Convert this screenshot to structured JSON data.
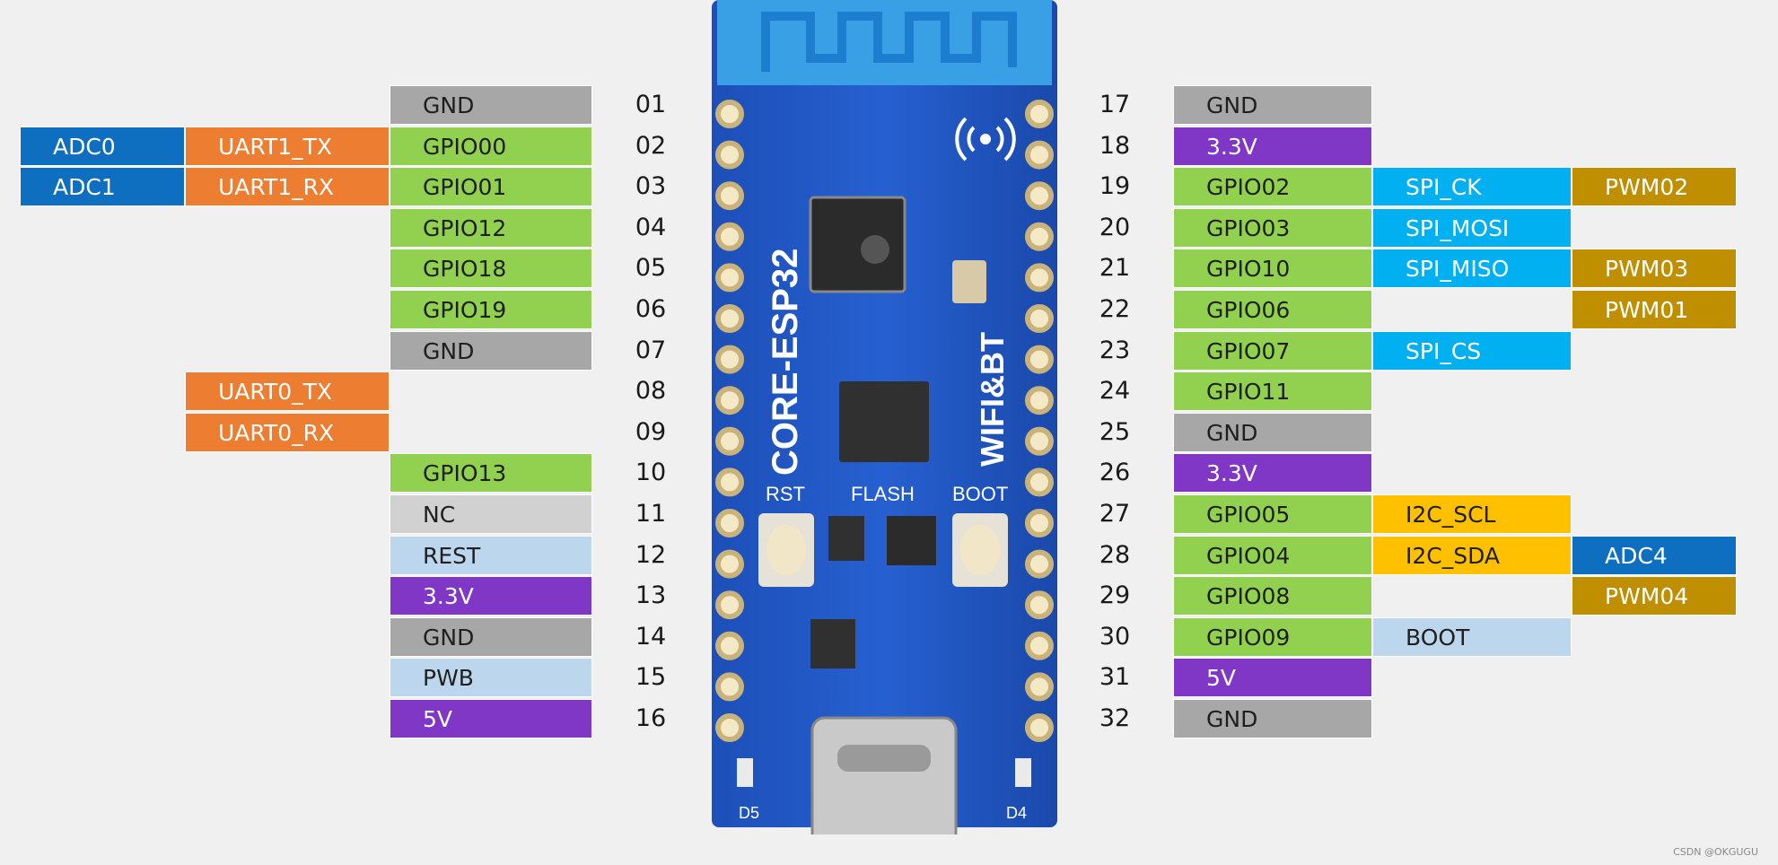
{
  "colors": {
    "gnd": "#a7a7a7",
    "nc": "#d2d1d2",
    "gpio": "#92d050",
    "power": "#8037c5",
    "control": "#bcd6ee",
    "adc": "#0e6fc0",
    "uart": "#ed7d31",
    "spi": "#00b0f0",
    "i2c": "#ffc000",
    "pwm": "#bf8f00",
    "board": "#1c4fb8"
  },
  "board": {
    "silkscreen_name": "CORE-ESP32",
    "silkscreen_wifi": "WIFI&BT",
    "rst_label": "RST",
    "flash_label": "FLASH",
    "boot_label": "BOOT",
    "d5_label": "D5",
    "d4_label": "D4"
  },
  "left_pins": [
    {
      "num": "01",
      "pin": "GND",
      "pin_type": "gnd",
      "alt1": "",
      "alt1_type": "",
      "alt2": "",
      "alt2_type": ""
    },
    {
      "num": "02",
      "pin": "GPIO00",
      "pin_type": "gpio",
      "alt1": "UART1_TX",
      "alt1_type": "uart",
      "alt2": "ADC0",
      "alt2_type": "adc"
    },
    {
      "num": "03",
      "pin": "GPIO01",
      "pin_type": "gpio",
      "alt1": "UART1_RX",
      "alt1_type": "uart",
      "alt2": "ADC1",
      "alt2_type": "adc"
    },
    {
      "num": "04",
      "pin": "GPIO12",
      "pin_type": "gpio",
      "alt1": "",
      "alt1_type": "",
      "alt2": "",
      "alt2_type": ""
    },
    {
      "num": "05",
      "pin": "GPIO18",
      "pin_type": "gpio",
      "alt1": "",
      "alt1_type": "",
      "alt2": "",
      "alt2_type": ""
    },
    {
      "num": "06",
      "pin": "GPIO19",
      "pin_type": "gpio",
      "alt1": "",
      "alt1_type": "",
      "alt2": "",
      "alt2_type": ""
    },
    {
      "num": "07",
      "pin": "GND",
      "pin_type": "gnd",
      "alt1": "",
      "alt1_type": "",
      "alt2": "",
      "alt2_type": ""
    },
    {
      "num": "08",
      "pin": "",
      "pin_type": "",
      "alt1": "UART0_TX",
      "alt1_type": "uart",
      "alt2": "",
      "alt2_type": ""
    },
    {
      "num": "09",
      "pin": "",
      "pin_type": "",
      "alt1": "UART0_RX",
      "alt1_type": "uart",
      "alt2": "",
      "alt2_type": ""
    },
    {
      "num": "10",
      "pin": "GPIO13",
      "pin_type": "gpio",
      "alt1": "",
      "alt1_type": "",
      "alt2": "",
      "alt2_type": ""
    },
    {
      "num": "11",
      "pin": "NC",
      "pin_type": "nc",
      "alt1": "",
      "alt1_type": "",
      "alt2": "",
      "alt2_type": ""
    },
    {
      "num": "12",
      "pin": "REST",
      "pin_type": "ctrl",
      "alt1": "",
      "alt1_type": "",
      "alt2": "",
      "alt2_type": ""
    },
    {
      "num": "13",
      "pin": "3.3V",
      "pin_type": "pwr",
      "alt1": "",
      "alt1_type": "",
      "alt2": "",
      "alt2_type": ""
    },
    {
      "num": "14",
      "pin": "GND",
      "pin_type": "gnd",
      "alt1": "",
      "alt1_type": "",
      "alt2": "",
      "alt2_type": ""
    },
    {
      "num": "15",
      "pin": "PWB",
      "pin_type": "ctrl",
      "alt1": "",
      "alt1_type": "",
      "alt2": "",
      "alt2_type": ""
    },
    {
      "num": "16",
      "pin": "5V",
      "pin_type": "pwr",
      "alt1": "",
      "alt1_type": "",
      "alt2": "",
      "alt2_type": ""
    }
  ],
  "right_pins": [
    {
      "num": "17",
      "pin": "GND",
      "pin_type": "gnd",
      "alt1": "",
      "alt1_type": "",
      "alt2": "",
      "alt2_type": ""
    },
    {
      "num": "18",
      "pin": "3.3V",
      "pin_type": "pwr",
      "alt1": "",
      "alt1_type": "",
      "alt2": "",
      "alt2_type": ""
    },
    {
      "num": "19",
      "pin": "GPIO02",
      "pin_type": "gpio",
      "alt1": "SPI_CK",
      "alt1_type": "spi",
      "alt2": "PWM02",
      "alt2_type": "pwm"
    },
    {
      "num": "20",
      "pin": "GPIO03",
      "pin_type": "gpio",
      "alt1": "SPI_MOSI",
      "alt1_type": "spi",
      "alt2": "",
      "alt2_type": ""
    },
    {
      "num": "21",
      "pin": "GPIO10",
      "pin_type": "gpio",
      "alt1": "SPI_MISO",
      "alt1_type": "spi",
      "alt2": "PWM03",
      "alt2_type": "pwm"
    },
    {
      "num": "22",
      "pin": "GPIO06",
      "pin_type": "gpio",
      "alt1": "",
      "alt1_type": "",
      "alt2": "PWM01",
      "alt2_type": "pwm"
    },
    {
      "num": "23",
      "pin": "GPIO07",
      "pin_type": "gpio",
      "alt1": "SPI_CS",
      "alt1_type": "spi",
      "alt2": "",
      "alt2_type": ""
    },
    {
      "num": "24",
      "pin": "GPIO11",
      "pin_type": "gpio",
      "alt1": "",
      "alt1_type": "",
      "alt2": "",
      "alt2_type": ""
    },
    {
      "num": "25",
      "pin": "GND",
      "pin_type": "gnd",
      "alt1": "",
      "alt1_type": "",
      "alt2": "",
      "alt2_type": ""
    },
    {
      "num": "26",
      "pin": "3.3V",
      "pin_type": "pwr",
      "alt1": "",
      "alt1_type": "",
      "alt2": "",
      "alt2_type": ""
    },
    {
      "num": "27",
      "pin": "GPIO05",
      "pin_type": "gpio",
      "alt1": "I2C_SCL",
      "alt1_type": "i2c",
      "alt2": "",
      "alt2_type": ""
    },
    {
      "num": "28",
      "pin": "GPIO04",
      "pin_type": "gpio",
      "alt1": "I2C_SDA",
      "alt1_type": "i2c",
      "alt2": "ADC4",
      "alt2_type": "adc"
    },
    {
      "num": "29",
      "pin": "GPIO08",
      "pin_type": "gpio",
      "alt1": "",
      "alt1_type": "",
      "alt2": "PWM04",
      "alt2_type": "pwm"
    },
    {
      "num": "30",
      "pin": "GPIO09",
      "pin_type": "gpio",
      "alt1": "BOOT",
      "alt1_type": "ctrl",
      "alt2": "",
      "alt2_type": ""
    },
    {
      "num": "31",
      "pin": "5V",
      "pin_type": "pwr",
      "alt1": "",
      "alt1_type": "",
      "alt2": "",
      "alt2_type": ""
    },
    {
      "num": "32",
      "pin": "GND",
      "pin_type": "gnd",
      "alt1": "",
      "alt1_type": "",
      "alt2": "",
      "alt2_type": ""
    }
  ],
  "watermark": "CSDN @OKGUGU"
}
